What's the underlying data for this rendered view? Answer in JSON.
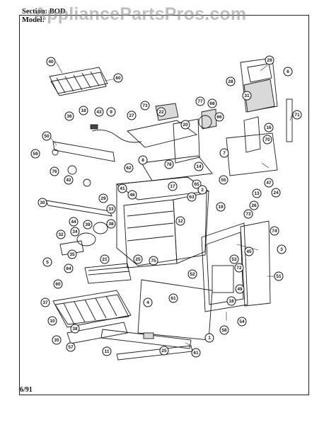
{
  "header": {
    "section": "Section: BOD",
    "model": "Model:"
  },
  "watermark": "AppliancePartsPros.com",
  "footer": {
    "date": "6/91"
  },
  "callouts": [
    "40",
    "60",
    "29",
    "6",
    "28",
    "31",
    "71",
    "77",
    "68",
    "66",
    "16",
    "70",
    "73",
    "22",
    "18",
    "43",
    "9",
    "27",
    "20",
    "36",
    "50",
    "59",
    "76",
    "42",
    "8",
    "62",
    "7",
    "14",
    "55",
    "47",
    "24",
    "41",
    "17",
    "65",
    "2",
    "13",
    "30",
    "26",
    "29",
    "46",
    "33",
    "19",
    "63",
    "12",
    "73",
    "74",
    "44",
    "39",
    "32",
    "34",
    "38",
    "35",
    "25",
    "21",
    "45",
    "3",
    "5",
    "64",
    "75",
    "53",
    "51",
    "72",
    "60",
    "52",
    "61",
    "49",
    "4",
    "18",
    "37",
    "54",
    "10",
    "58",
    "1",
    "38",
    "35",
    "57",
    "11",
    "25",
    "61",
    "78"
  ]
}
